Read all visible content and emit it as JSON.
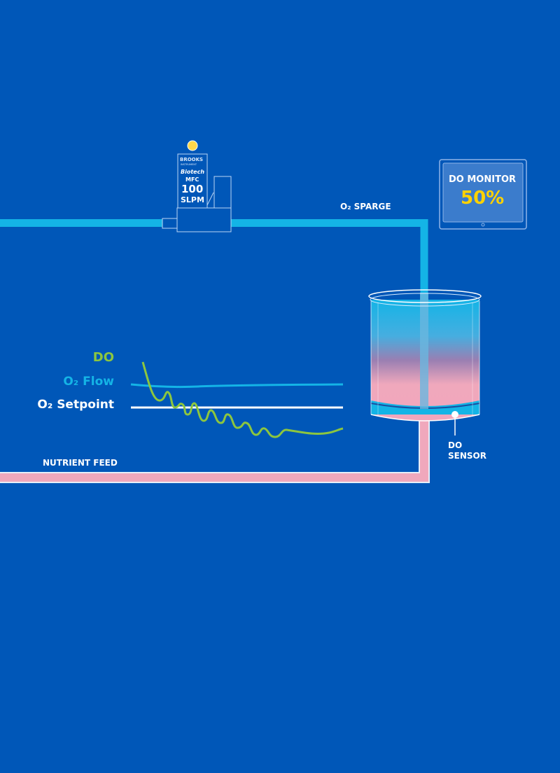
{
  "mfc": {
    "brand": "BROOKS",
    "brand_sub": "INSTRUMENT",
    "line": "Biotech",
    "type": "MFC",
    "capacity": "100",
    "unit": "SLPM"
  },
  "monitor": {
    "title": "DO MONITOR",
    "value": "50%"
  },
  "labels": {
    "sparge": "O₂ SPARGE",
    "feed": "NUTRIENT FEED",
    "sensor_line1": "DO",
    "sensor_line2": "SENSOR"
  },
  "legend": {
    "do": "DO",
    "flow": "O₂ Flow",
    "setpoint": "O₂ Setpoint"
  },
  "colors": {
    "background": "#0057b8",
    "o2_pipe": "#14b4e6",
    "feed_pipe": "#f0a8bc",
    "do": "#8cc63f",
    "monitor_value": "#ffd200"
  }
}
